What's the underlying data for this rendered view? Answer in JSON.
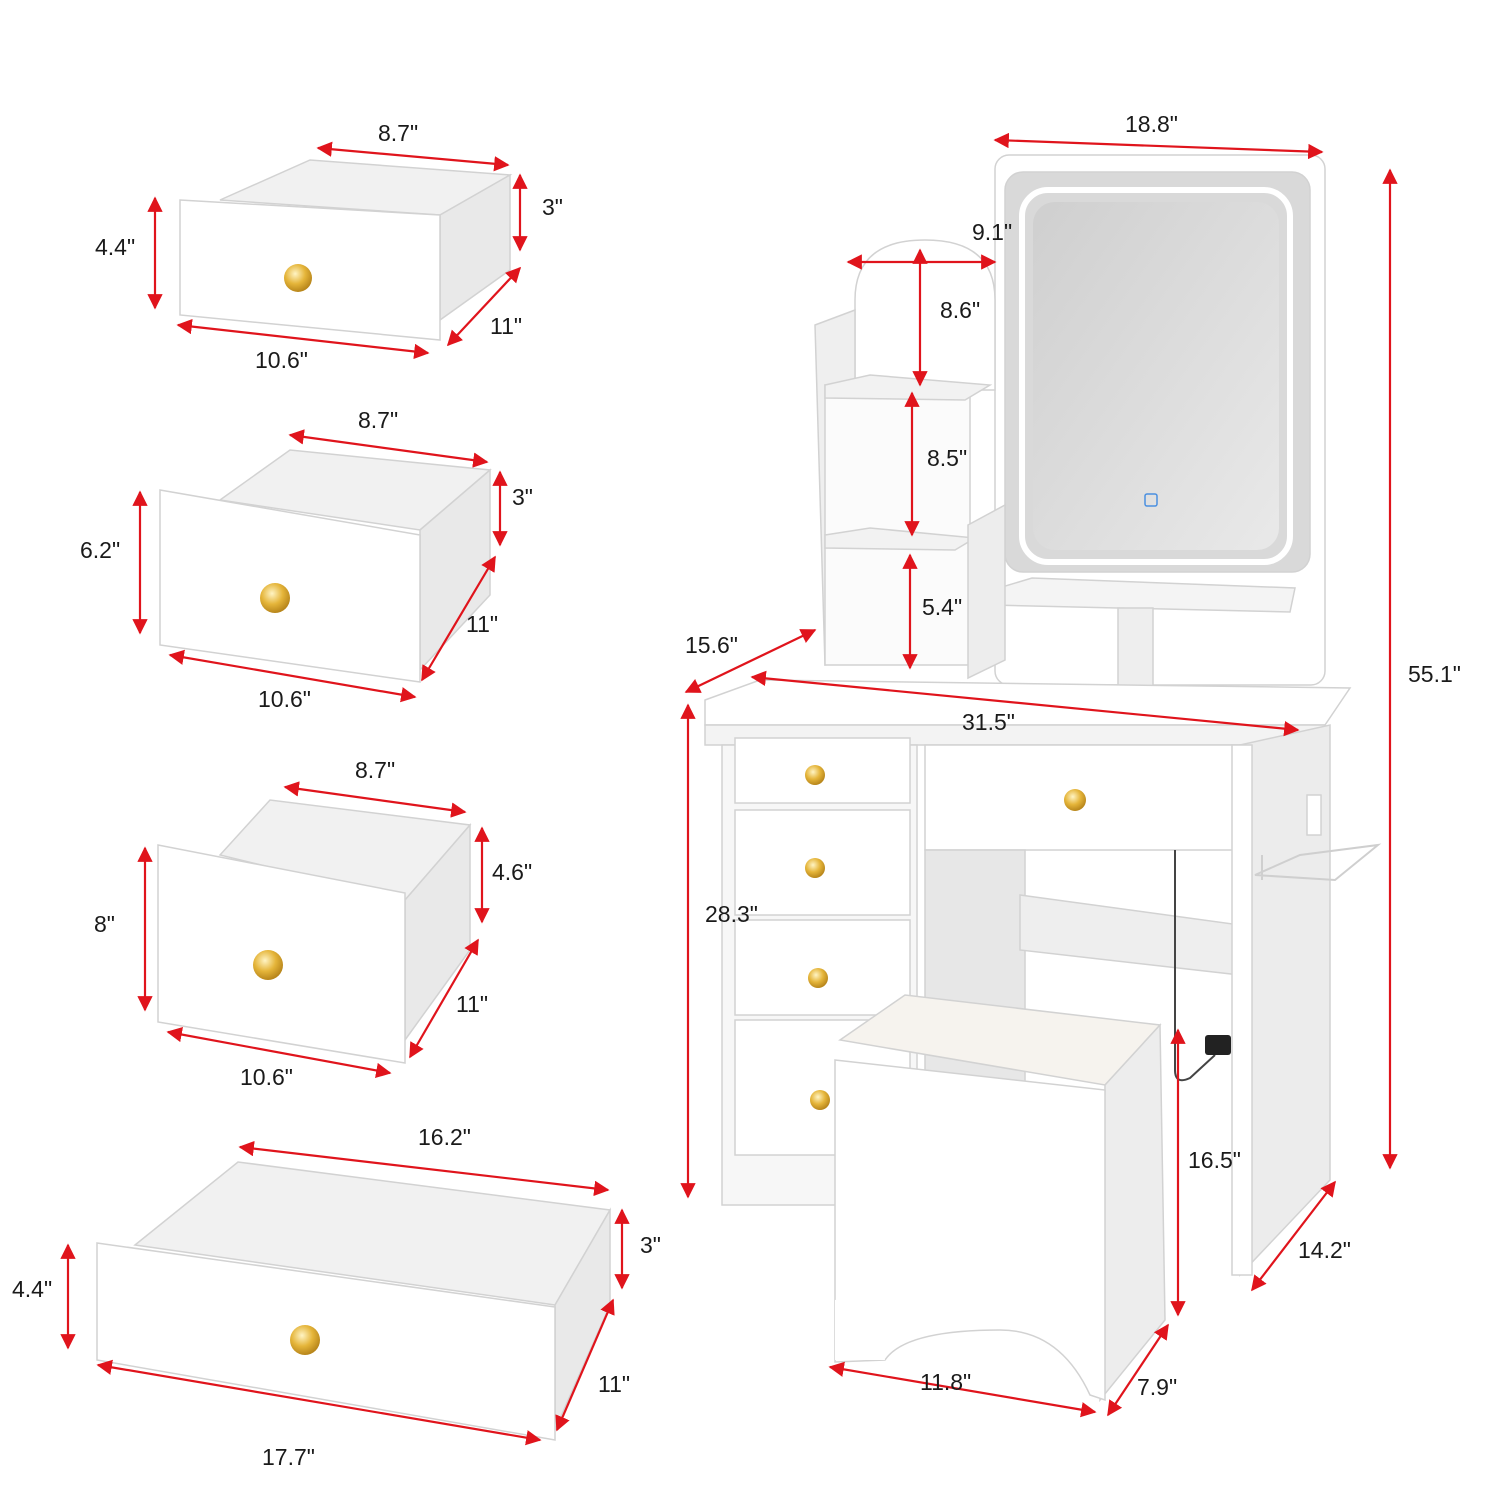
{
  "colors": {
    "dimension_arrow": "#e0141c",
    "furniture": "#ffffff",
    "furniture_shade": "#ececec",
    "knob": "#e5b53a",
    "mirror_light": "#ffffff",
    "cushion": "#f6f3ee"
  },
  "drawers": [
    {
      "depth_top": "8.7\"",
      "height_front": "4.4\"",
      "height_inner": "3\"",
      "width_front": "10.6\"",
      "depth_side": "11\""
    },
    {
      "depth_top": "8.7\"",
      "height_front": "6.2\"",
      "height_inner": "3\"",
      "width_front": "10.6\"",
      "depth_side": "11\""
    },
    {
      "depth_top": "8.7\"",
      "height_front": "8\"",
      "height_inner": "4.6\"",
      "width_front": "10.6\"",
      "depth_side": "11\""
    },
    {
      "depth_top": "16.2\"",
      "height_front": "4.4\"",
      "height_inner": "3\"",
      "width_front": "17.7\"",
      "depth_side": "11\""
    }
  ],
  "vanity": {
    "mirror_width": "18.8\"",
    "top_shelf_width": "9.1\"",
    "top_shelf_height": "8.6\"",
    "mid_shelf_height": "8.5\"",
    "low_shelf_height": "5.4\"",
    "total_height": "55.1\"",
    "table_depth": "15.6\"",
    "table_width": "31.5\"",
    "table_height": "28.3\"",
    "leg_depth": "14.2\"",
    "stool_height": "16.5\"",
    "stool_width": "11.8\"",
    "stool_depth": "7.9\""
  }
}
